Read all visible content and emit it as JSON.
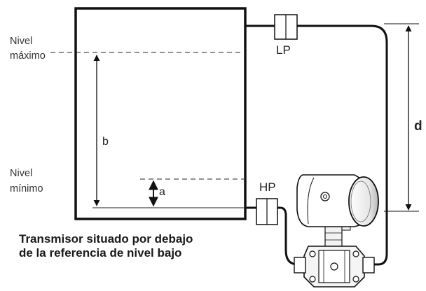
{
  "labels": {
    "max_level_line1": "Nivel",
    "max_level_line2": "máximo",
    "min_level_line1": "Nivel",
    "min_level_line2": "mínimo",
    "dim_a": "a",
    "dim_b": "b",
    "dim_d": "d",
    "low_pressure": "LP",
    "high_pressure": "HP"
  },
  "caption": {
    "line1": "Transmisor situado por debajo",
    "line2": "de la referencia de nivel bajo"
  }
}
